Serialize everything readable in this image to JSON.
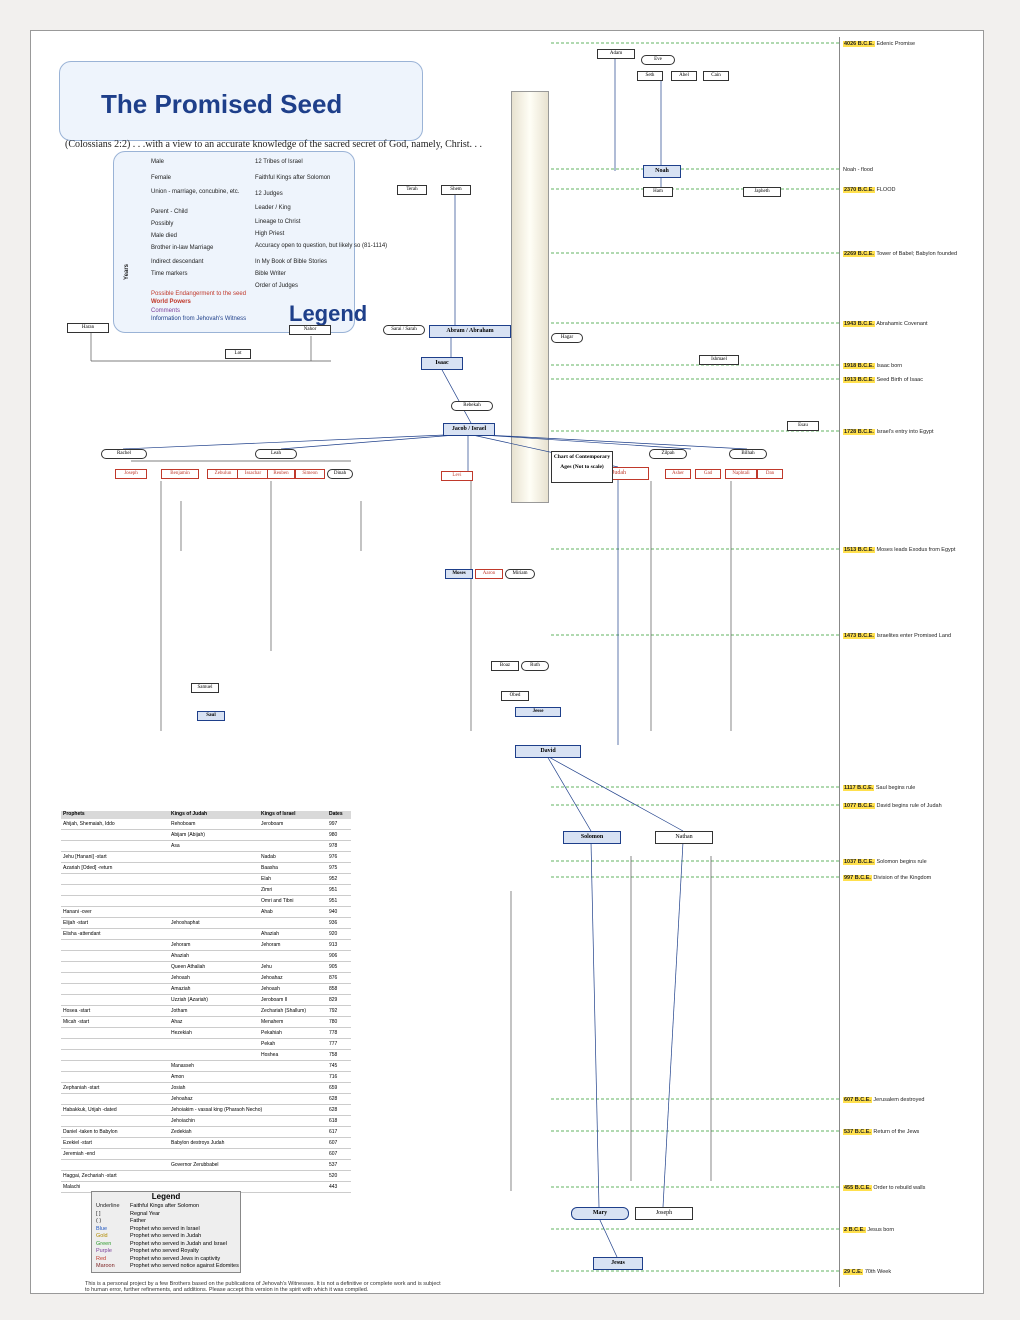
{
  "title": "The Promised Seed",
  "subtitle": "(Colossians 2:2) . . .with a view to an accurate knowledge of the sacred secret of God, namely, Christ. . .",
  "legend": {
    "title": "Legend",
    "items": [
      {
        "key": "male",
        "label": "Male"
      },
      {
        "key": "female",
        "label": "Female"
      },
      {
        "key": "union",
        "label": "Union - marriage, concubine, etc."
      },
      {
        "key": "child",
        "label": "Parent - Child"
      },
      {
        "key": "possibly",
        "label": "Possibly"
      },
      {
        "key": "died",
        "label": "Male died"
      },
      {
        "key": "levirate",
        "label": "Brother in-law Marriage"
      },
      {
        "key": "indirect",
        "label": "Indirect descendant"
      },
      {
        "key": "time",
        "label": "Time markers"
      },
      {
        "key": "tribes",
        "label": "12 Tribes of Israel"
      },
      {
        "key": "faithful",
        "label": "Faithful Kings after Solomon"
      },
      {
        "key": "judges",
        "label": "12 Judges"
      },
      {
        "key": "leader",
        "label": "Leader / King"
      },
      {
        "key": "lineage",
        "label": "Lineage to Christ"
      },
      {
        "key": "priest",
        "label": "High Priest"
      },
      {
        "key": "accuracy",
        "label": "Accuracy open to question, but likely so (81-1114)"
      },
      {
        "key": "bible_stories",
        "label": "In My Book of Bible Stories"
      },
      {
        "key": "writer",
        "label": "Bible Writer"
      },
      {
        "key": "order",
        "label": "Order of Judges"
      }
    ],
    "side_notes": [
      "Possible Endangerment to the seed",
      "World Powers",
      "Comments",
      "Information from Jehovah's Witness"
    ],
    "years_label": "Years"
  },
  "people": {
    "adam": "Adam",
    "eve": "Eve",
    "seth": "Seth",
    "abel": "Abel",
    "cain": "Cain",
    "noah": "Noah",
    "shem": "Shem",
    "ham": "Ham",
    "japheth": "Japheth",
    "abraham": "Abram / Abraham",
    "sarah": "Sarai / Sarah",
    "hagar": "Hagar",
    "isaac": "Isaac",
    "ishmael": "Ishmael",
    "rebekah": "Rebekah",
    "jacob": "Jacob / Israel",
    "esau": "Esau",
    "leah": "Leah",
    "rachel": "Rachel",
    "zilpah": "Zilpah",
    "bilhah": "Bilhah",
    "reuben": "Reuben",
    "simeon": "Simeon",
    "levi": "Levi",
    "judah": "Judah",
    "dan": "Dan",
    "naphtali": "Naphtali",
    "gad": "Gad",
    "asher": "Asher",
    "issachar": "Issachar",
    "zebulun": "Zebulun",
    "joseph": "Joseph",
    "benjamin": "Benjamin",
    "dinah": "Dinah",
    "moses": "Moses",
    "aaron": "Aaron",
    "miriam": "Miriam",
    "boaz": "Boaz",
    "ruth": "Ruth",
    "obed": "Obed",
    "jesse": "Jesse",
    "david": "David",
    "solomon": "Solomon",
    "nathan": "Nathan",
    "joseph_husband": "Joseph",
    "mary": "Mary",
    "jesus": "Jesus",
    "saul": "Saul",
    "samuel": "Samuel",
    "terah": "Terah",
    "nahor": "Nahor",
    "haran": "Haran",
    "lot": "Lot"
  },
  "chart_box_title": "Chart of Contemporary Ages (Not to scale)",
  "kings_table": {
    "headers": [
      "Prophets",
      "Kings of Judah",
      "Kings of Israel",
      "Dates"
    ],
    "rows": [
      [
        "Ahijah, Shemaiah, Iddo",
        "Rehoboam",
        "Jeroboam",
        "997"
      ],
      [
        "",
        "Abijam (Abijah)",
        "",
        "980"
      ],
      [
        "",
        "Asa",
        "",
        "978"
      ],
      [
        "Jehu [Hanani] -start",
        "",
        "Nadab",
        "976"
      ],
      [
        "Azariah [Oded] -return",
        "",
        "Baasha",
        "975"
      ],
      [
        "",
        "",
        "Elah",
        "952"
      ],
      [
        "",
        "",
        "Zimri",
        "951"
      ],
      [
        "",
        "",
        "Omri and Tibni",
        "951"
      ],
      [
        "Hanani -over",
        "",
        "Ahab",
        "940"
      ],
      [
        "Elijah -start",
        "Jehoshaphat",
        "",
        "936"
      ],
      [
        "Elisha -attendant",
        "",
        "Ahaziah",
        "920"
      ],
      [
        "",
        "Jehoram",
        "Jehoram",
        "913"
      ],
      [
        "",
        "Ahaziah",
        "",
        "906"
      ],
      [
        "",
        "Queen Athaliah",
        "Jehu",
        "905"
      ],
      [
        "",
        "Jehoash",
        "Jehoahaz",
        "876"
      ],
      [
        "",
        "Amaziah",
        "Jehoash",
        "858"
      ],
      [
        "",
        "Uzziah (Azariah)",
        "Jeroboam II",
        "829"
      ],
      [
        "Hosea -start",
        "Jotham",
        "Zechariah (Shallum)",
        "792"
      ],
      [
        "Micah -start",
        "Ahaz",
        "Menahem",
        "780"
      ],
      [
        "",
        "Hezekiah",
        "Pekahiah",
        "778"
      ],
      [
        "",
        "",
        "Pekah",
        "777"
      ],
      [
        "",
        "",
        "Hoshea",
        "758"
      ],
      [
        "",
        "Manasseh",
        "",
        "745"
      ],
      [
        "",
        "Amon",
        "",
        "716"
      ],
      [
        "Zephaniah -start",
        "Josiah",
        "",
        "659"
      ],
      [
        "",
        "Jehoahaz",
        "",
        "628"
      ],
      [
        "Habakkuk, Urijah -dated",
        "Jehoiakim - vassal king (Pharaoh Necho)",
        "",
        "628"
      ],
      [
        "",
        "Jehoiachin",
        "",
        "618"
      ],
      [
        "Daniel -taken to Babylon",
        "Zedekiah",
        "",
        "617"
      ],
      [
        "Ezekiel -start",
        "Babylon destroys Judah",
        "",
        "607"
      ],
      [
        "Jeremiah -end",
        "",
        "",
        "607"
      ],
      [
        "",
        "Governor Zerubbabel",
        "",
        "537"
      ],
      [
        "Haggai, Zechariah -start",
        "",
        "",
        "520"
      ],
      [
        "Malachi",
        "",
        "",
        "443"
      ]
    ]
  },
  "legend2": {
    "title": "Legend",
    "rows": [
      [
        "Underline",
        "Faithful Kings after Solomon"
      ],
      [
        "[ ]",
        "Regnal Year"
      ],
      [
        "( )",
        "Father"
      ],
      [
        "Blue",
        "Prophet who served in Israel"
      ],
      [
        "Gold",
        "Prophet who served in Judah"
      ],
      [
        "Green",
        "Prophet who served in Judah and Israel"
      ],
      [
        "Purple",
        "Prophet who served Royalty"
      ],
      [
        "Red",
        "Prophet who served Jews in captivity"
      ],
      [
        "Maroon",
        "Prophet who served notice against Edomites"
      ]
    ]
  },
  "sidebar": {
    "events": [
      {
        "date": "4026 B.C.E.",
        "text": "Edenic Promise"
      },
      {
        "date": "",
        "text": "Noah - flood"
      },
      {
        "date": "2370 B.C.E.",
        "text": "FLOOD"
      },
      {
        "date": "2269 B.C.E.",
        "text": "Tower of Babel; Babylon founded"
      },
      {
        "date": "1943 B.C.E.",
        "text": "Abrahamic Covenant"
      },
      {
        "date": "1918 B.C.E.",
        "text": "Isaac born"
      },
      {
        "date": "1913 B.C.E.",
        "text": "Seed Birth of Isaac"
      },
      {
        "date": "1728 B.C.E.",
        "text": "Israel's entry into Egypt"
      },
      {
        "date": "1513 B.C.E.",
        "text": "Moses leads Exodus from Egypt"
      },
      {
        "date": "1473 B.C.E.",
        "text": "Israelites enter Promised Land"
      },
      {
        "date": "1117 B.C.E.",
        "text": "Saul begins rule"
      },
      {
        "date": "1077 B.C.E.",
        "text": "David begins rule of Judah"
      },
      {
        "date": "1037 B.C.E.",
        "text": "Solomon begins rule"
      },
      {
        "date": "997 B.C.E.",
        "text": "Division of the Kingdom"
      },
      {
        "date": "607 B.C.E.",
        "text": "Jerusalem destroyed"
      },
      {
        "date": "537 B.C.E.",
        "text": "Return of the Jews"
      },
      {
        "date": "455 B.C.E.",
        "text": "Order to rebuild walls"
      },
      {
        "date": "2 B.C.E.",
        "text": "Jesus born"
      },
      {
        "date": "29 C.E.",
        "text": "70th Week"
      }
    ]
  },
  "disclaimer": "This is a personal project by a few Brothers based on the publications of Jehovah's Witnesses. It is not a definitive or complete work and is subject to human error, further refinements, and additions. Please accept this version in the spirit with which it was compiled.",
  "colors": {
    "accent": "#1e3f8a",
    "highlight": "#ffe04d",
    "timeline": "#2e9a2e",
    "red": "#c0392b"
  }
}
